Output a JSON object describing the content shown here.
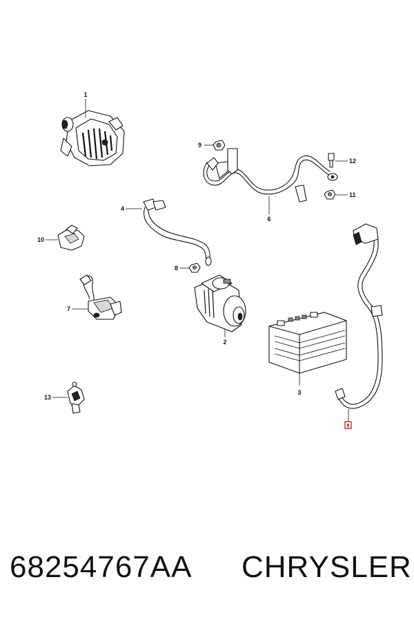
{
  "callouts": {
    "c1": "1",
    "c2": "2",
    "c3": "3",
    "c4": "4",
    "c5": "5",
    "c6": "6",
    "c7": "7",
    "c8": "8",
    "c9": "9",
    "c10": "10",
    "c11": "11",
    "c12": "12",
    "c13": "13"
  },
  "footer": {
    "part_number": "68254767AA",
    "brand": "CHRYSLER"
  },
  "highlight_color": "#d00000"
}
